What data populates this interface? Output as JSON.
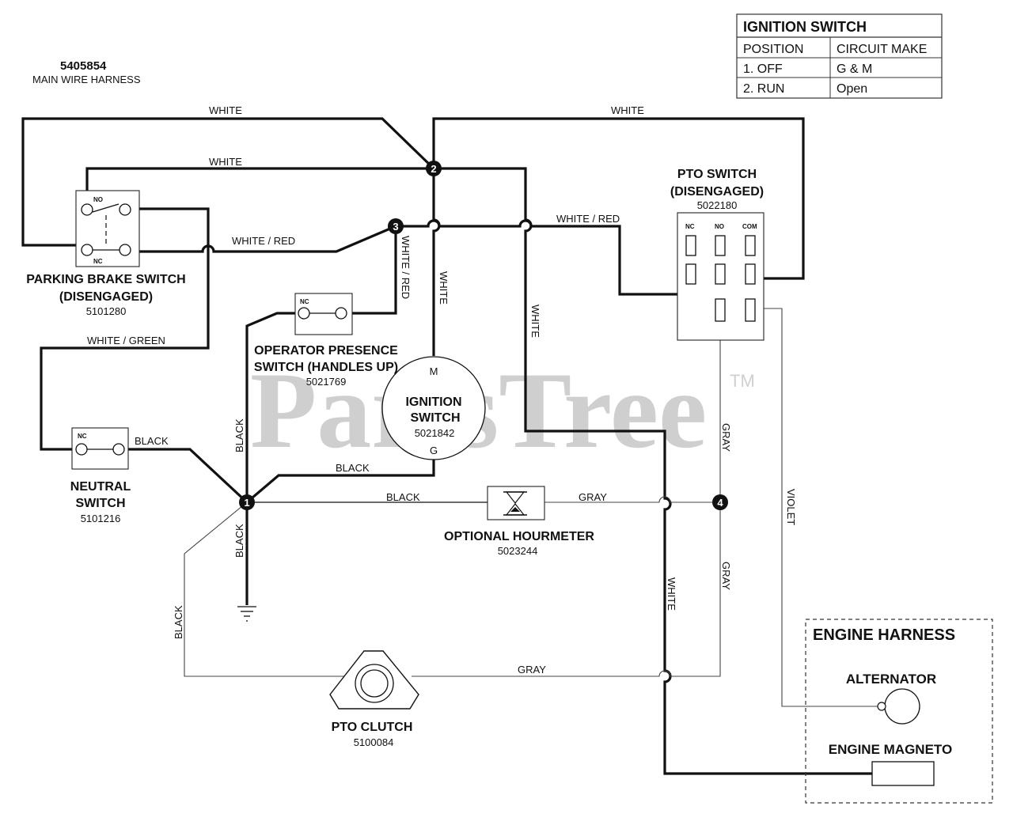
{
  "header": {
    "part_number": "5405854",
    "subtitle": "MAIN WIRE HARNESS"
  },
  "ignition_table": {
    "title": "IGNITION SWITCH",
    "columns": [
      "POSITION",
      "CIRCUIT MAKE"
    ],
    "rows": [
      [
        "1. OFF",
        "G & M"
      ],
      [
        "2. RUN",
        "Open"
      ]
    ]
  },
  "watermark": {
    "text": "PartsTree",
    "tm": "TM"
  },
  "components": {
    "parking_brake": {
      "title1": "PARKING BRAKE SWITCH",
      "title2": "(DISENGAGED)",
      "part": "5101280",
      "no": "NO",
      "nc": "NC"
    },
    "operator_presence": {
      "title1": "OPERATOR PRESENCE",
      "title2": "SWITCH (HANDLES UP)",
      "part": "5021769",
      "nc": "NC"
    },
    "neutral": {
      "title1": "NEUTRAL",
      "title2": "SWITCH",
      "part": "5101216",
      "nc": "NC"
    },
    "ignition": {
      "title1": "IGNITION",
      "title2": "SWITCH",
      "part": "5021842",
      "m": "M",
      "g": "G"
    },
    "pto_switch": {
      "title1": "PTO SWITCH",
      "title2": "(DISENGAGED)",
      "part": "5022180",
      "nc": "NC",
      "no": "NO",
      "com": "COM"
    },
    "hourmeter": {
      "title": "OPTIONAL HOURMETER",
      "part": "5023244"
    },
    "pto_clutch": {
      "title": "PTO CLUTCH",
      "part": "5100084"
    },
    "engine_harness": {
      "title": "ENGINE HARNESS",
      "alternator": "ALTERNATOR",
      "magneto": "ENGINE MAGNETO"
    }
  },
  "nodes": [
    "1",
    "2",
    "3",
    "4"
  ],
  "wire_labels": {
    "white": "WHITE",
    "white_red": "WHITE / RED",
    "white_green": "WHITE / GREEN",
    "black": "BLACK",
    "gray": "GRAY",
    "violet": "VIOLET"
  }
}
